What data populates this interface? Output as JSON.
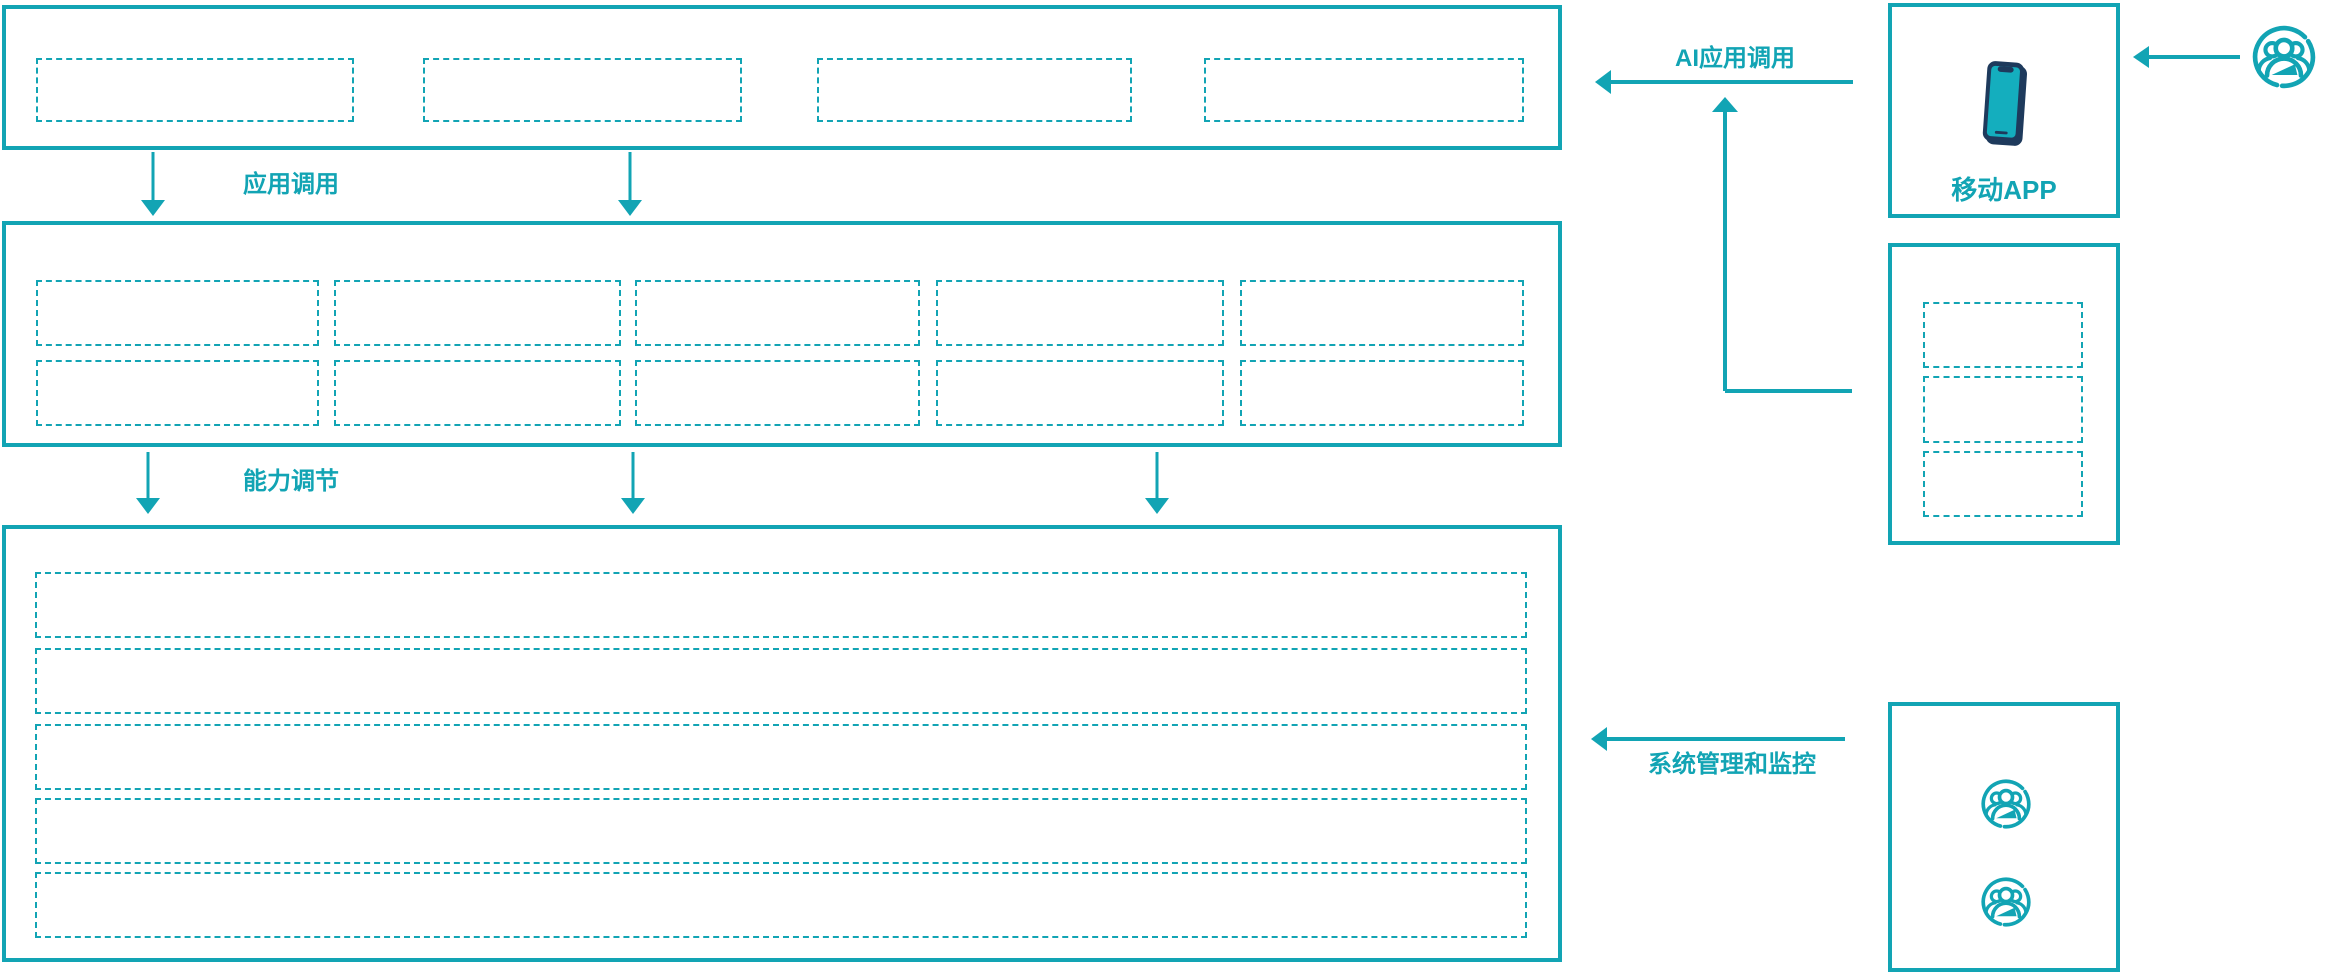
{
  "diagram": {
    "arrows": {
      "app_call": "应用调用",
      "capability_adjust": "能力调节",
      "ai_app_call": "AI应用调用",
      "system_mgmt_monitor": "系统管理和监控"
    },
    "mobile_app": {
      "label": "移动APP"
    },
    "colors": {
      "teal": "#12A4B4",
      "navy": "#1E3A5C",
      "background": "#FFFFFF"
    },
    "icons": {
      "mobile_app_box": "smartphone-icon",
      "top_right_actor": "user-group-icon",
      "admin_box_actors": [
        "user-group-icon",
        "user-group-icon"
      ]
    },
    "placeholders": {
      "top_layer_boxes": 4,
      "middle_layer_boxes": 10,
      "bottom_layer_rows": 5,
      "right_services_boxes": 3
    }
  }
}
